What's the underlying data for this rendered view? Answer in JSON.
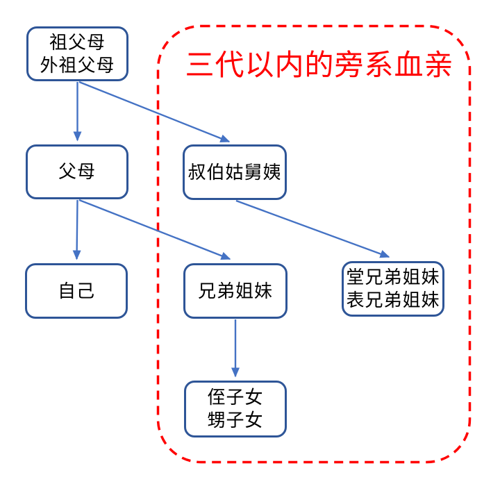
{
  "diagram": {
    "title": "三代以内的旁系血亲",
    "nodes": {
      "grandparents": {
        "label": "祖父母\n外祖父母"
      },
      "parents": {
        "label": "父母"
      },
      "uncles_aunts": {
        "label": "叔伯姑舅姨"
      },
      "self": {
        "label": "自己"
      },
      "siblings": {
        "label": "兄弟姐妹"
      },
      "cousins": {
        "label": "堂兄弟姐妹\n表兄弟姐妹"
      },
      "nephews_nieces": {
        "label": "侄子女\n甥子女"
      }
    },
    "edges": [
      {
        "from": "grandparents",
        "to": "parents"
      },
      {
        "from": "grandparents",
        "to": "uncles_aunts"
      },
      {
        "from": "parents",
        "to": "self"
      },
      {
        "from": "parents",
        "to": "siblings"
      },
      {
        "from": "uncles_aunts",
        "to": "cousins"
      },
      {
        "from": "siblings",
        "to": "nephews_nieces"
      }
    ],
    "colors": {
      "box_border": "#2E5597",
      "arrow": "#4472C4",
      "title": "#FF0000",
      "text": "#000000",
      "background": "#FFFFFF"
    }
  }
}
